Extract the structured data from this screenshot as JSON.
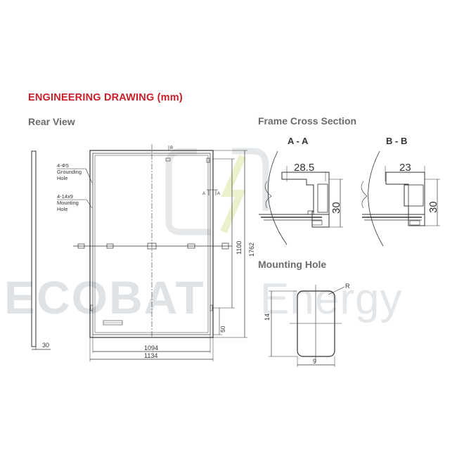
{
  "title": "ENGINEERING DRAWING (mm)",
  "rear_view": {
    "title": "Rear View",
    "callouts": [
      {
        "lines": [
          "4-Φ5",
          "Grounding",
          "Hole"
        ]
      },
      {
        "lines": [
          "4-14x9",
          "Mounting",
          "Hole"
        ]
      }
    ],
    "section_mark_b": "B",
    "section_mark_a": "A",
    "dim_thickness": "30",
    "dim_inner_width": "1094",
    "dim_outer_width": "1134",
    "dim_mount_spacing": "1100",
    "dim_height": "1762",
    "dim_bottom_offset": "50"
  },
  "frame_cross_section": {
    "title": "Frame Cross Section",
    "sections": [
      {
        "name": "A - A",
        "width": "28.5",
        "height": "30"
      },
      {
        "name": "B - B",
        "width": "23",
        "height": "30"
      }
    ]
  },
  "mounting_hole": {
    "title": "Mounting Hole",
    "radius_label": "R",
    "height": "14",
    "width": "9"
  },
  "watermark": {
    "brand_bold": "ECOBAT",
    "brand_light": "Energy",
    "color": "#dfe3e6"
  },
  "colors": {
    "title_red": "#c8202a",
    "line": "#333333",
    "section_gray": "#6b6b6b"
  }
}
